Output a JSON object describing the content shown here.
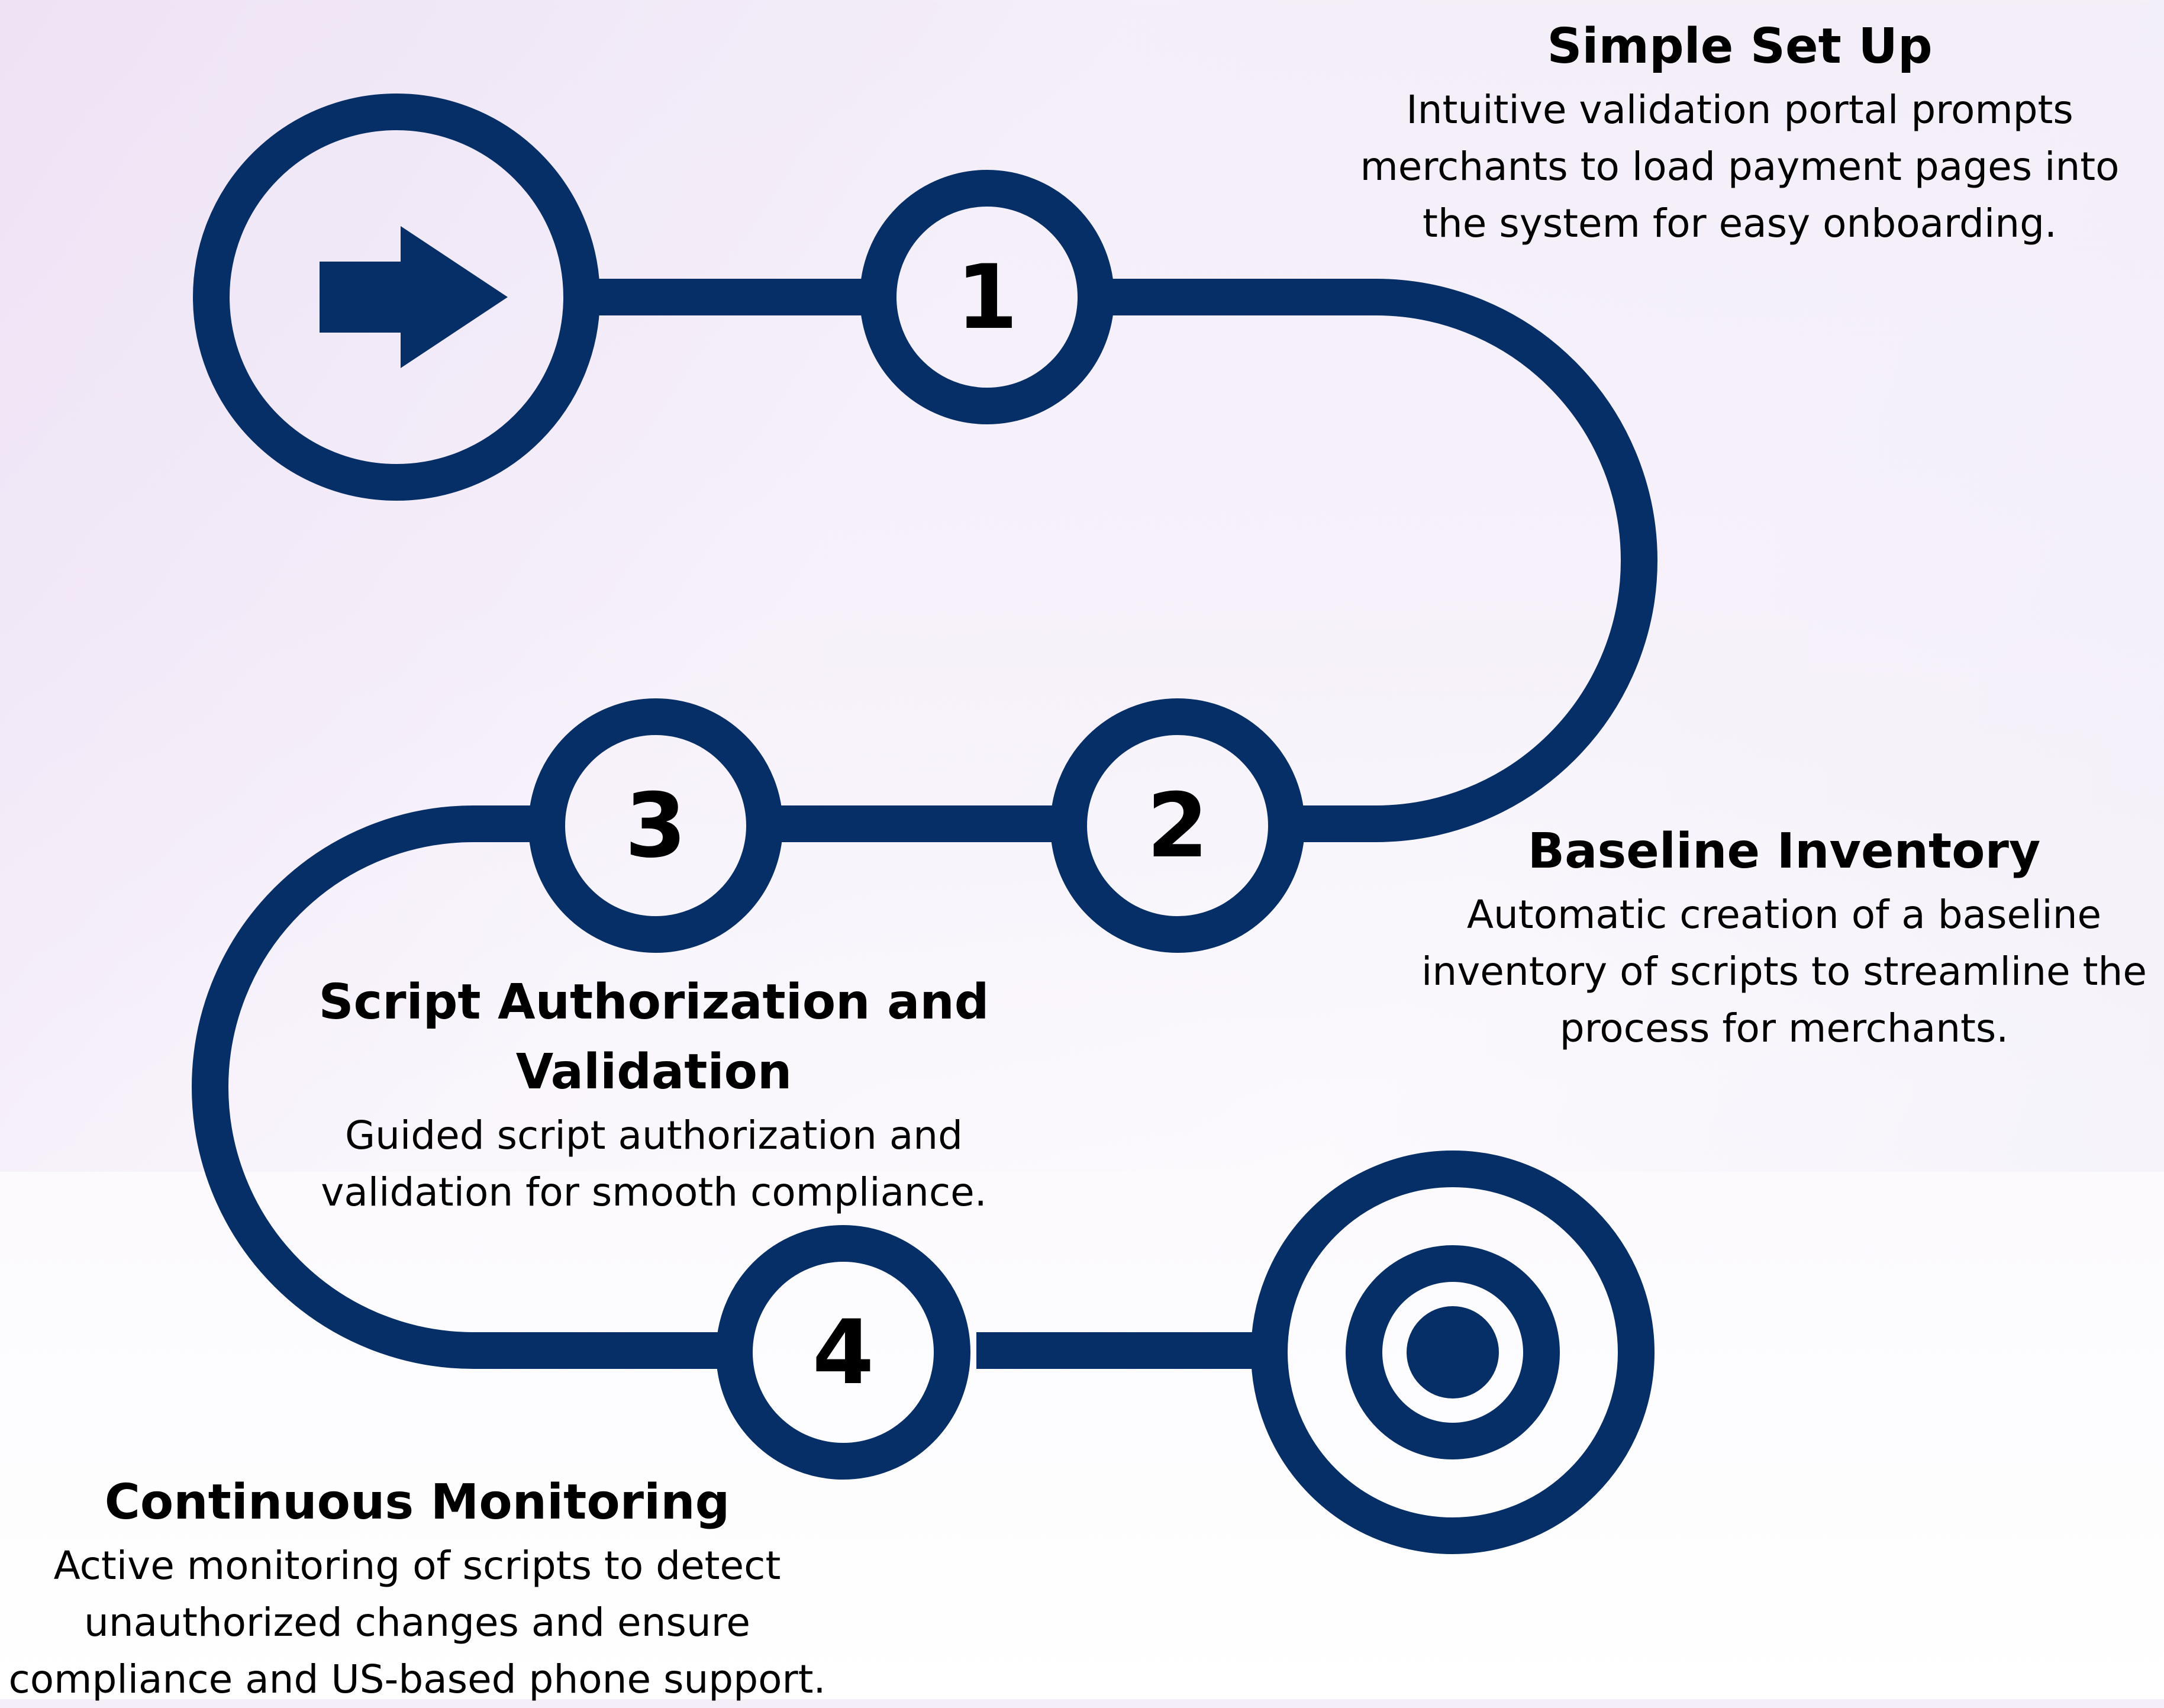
{
  "colors": {
    "accent": "#052f66",
    "text": "#000000"
  },
  "icons": {
    "start": "arrow-right-icon",
    "end": "target-icon"
  },
  "steps": [
    {
      "number": "1",
      "title": "Simple Set Up",
      "lines": [
        "Intuitive validation portal prompts",
        "merchants to load payment pages into",
        "the system for easy onboarding."
      ]
    },
    {
      "number": "2",
      "title": "Baseline Inventory",
      "lines": [
        "Automatic creation of a baseline",
        "inventory of scripts to streamline the",
        "process for merchants."
      ]
    },
    {
      "number": "3",
      "title_lines": [
        "Script Authorization and",
        "Validation"
      ],
      "lines": [
        "Guided script authorization and",
        "validation for smooth compliance."
      ]
    },
    {
      "number": "4",
      "title": "Continuous Monitoring",
      "lines": [
        "Active monitoring of scripts to detect",
        "unauthorized changes and ensure",
        "compliance and US-based phone support."
      ]
    }
  ]
}
